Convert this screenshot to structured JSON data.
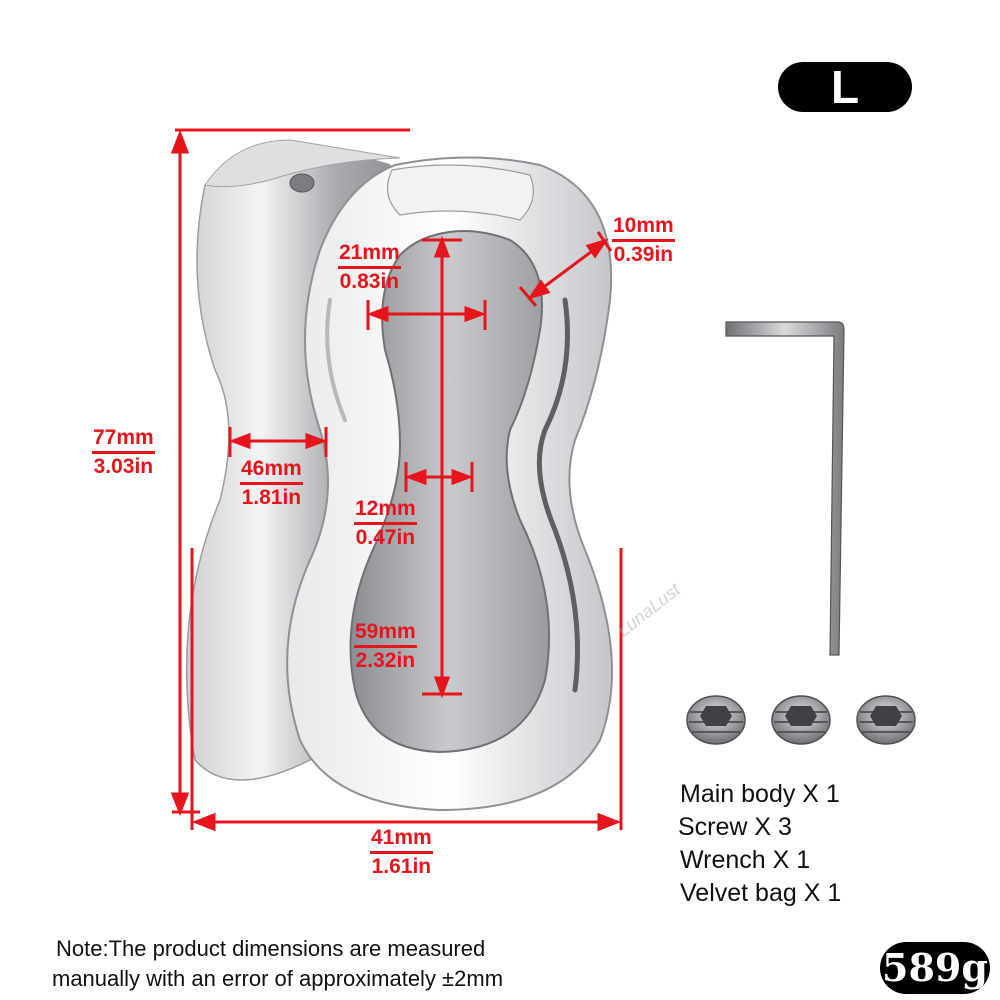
{
  "size_badge": "L",
  "weight": "589g",
  "dimensions": {
    "height": {
      "mm": "77mm",
      "in": "3.03in"
    },
    "depth": {
      "mm": "46mm",
      "in": "1.81in"
    },
    "opening_width": {
      "mm": "21mm",
      "in": "0.83in"
    },
    "waist_gap": {
      "mm": "12mm",
      "in": "0.47in"
    },
    "opening_height": {
      "mm": "59mm",
      "in": "2.32in"
    },
    "wall": {
      "mm": "10mm",
      "in": "0.39in"
    },
    "width": {
      "mm": "41mm",
      "in": "1.61in"
    }
  },
  "contents": [
    "Main body X 1",
    "Screw X 3",
    "Wrench X 1",
    "Velvet bag X 1"
  ],
  "note": [
    "Note:The product dimensions are measured",
    "manually with an error of approximately ±2mm"
  ],
  "watermark": "LunaLust",
  "colors": {
    "dimension": "#e8141b",
    "badge": "#000000"
  }
}
